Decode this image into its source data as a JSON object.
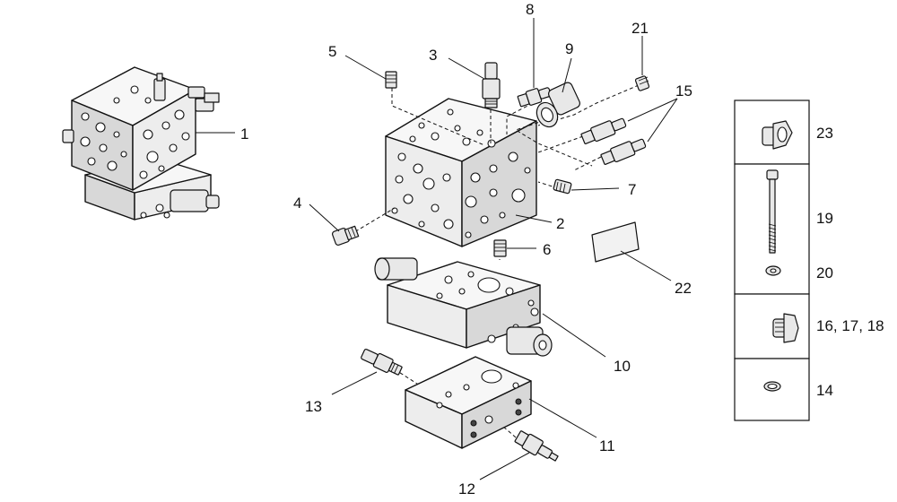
{
  "callouts": {
    "c1": "1",
    "c2": "2",
    "c3": "3",
    "c4": "4",
    "c5": "5",
    "c6": "6",
    "c7": "7",
    "c8": "8",
    "c9": "9",
    "c10": "10",
    "c11": "11",
    "c12": "12",
    "c13": "13",
    "c14": "14",
    "c15": "15",
    "c19": "19",
    "c20": "20",
    "c21": "21",
    "c22": "22",
    "c23": "23",
    "c16_17_18": "16, 17, 18"
  }
}
